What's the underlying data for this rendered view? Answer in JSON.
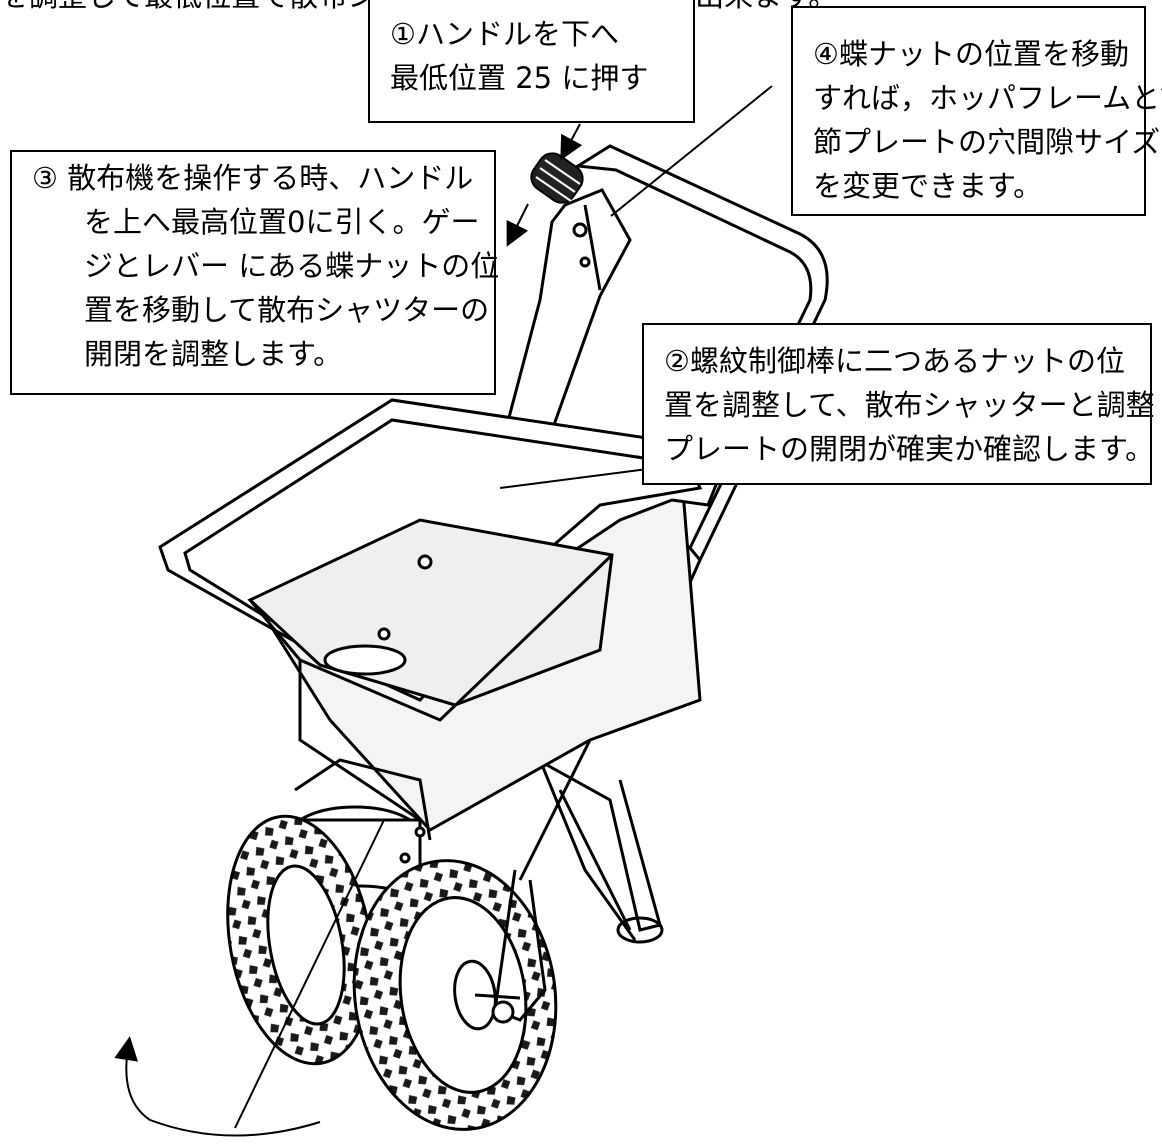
{
  "header_text": "を調整して最低位置で散布シャッターの開閉が固定が出来ます。",
  "callouts": {
    "step1": {
      "lines": [
        "①ハンドルを下へ",
        "最低位置 25 に押す"
      ]
    },
    "step2": {
      "lines": [
        "②螺紋制御棒に二つあるナットの位",
        "置を調整して、散布シャッターと調整",
        "プレートの開閉が確実か確認します。"
      ]
    },
    "step3": {
      "lines": [
        "③ 散布機を操作する時、ハンドル",
        "を上へ最高位置0に引く。ゲー",
        "ジとレバー にある蝶ナットの位",
        "置を移動して散布シャツターの",
        "開閉を調整します。"
      ]
    },
    "step4": {
      "lines": [
        "④蝶ナットの位置を移動",
        "すれば，ホッパフレームと調",
        "節プレートの穴間隙サイズ",
        "を変更できます。"
      ]
    }
  },
  "colors": {
    "line": "#000000",
    "background": "#ffffff",
    "tread": "#1a1a1a",
    "hopper_fill": "#f4f4f4"
  },
  "icons": [
    "spreader-illustration",
    "rotation-arrow-icon",
    "push-arrow-icon"
  ]
}
